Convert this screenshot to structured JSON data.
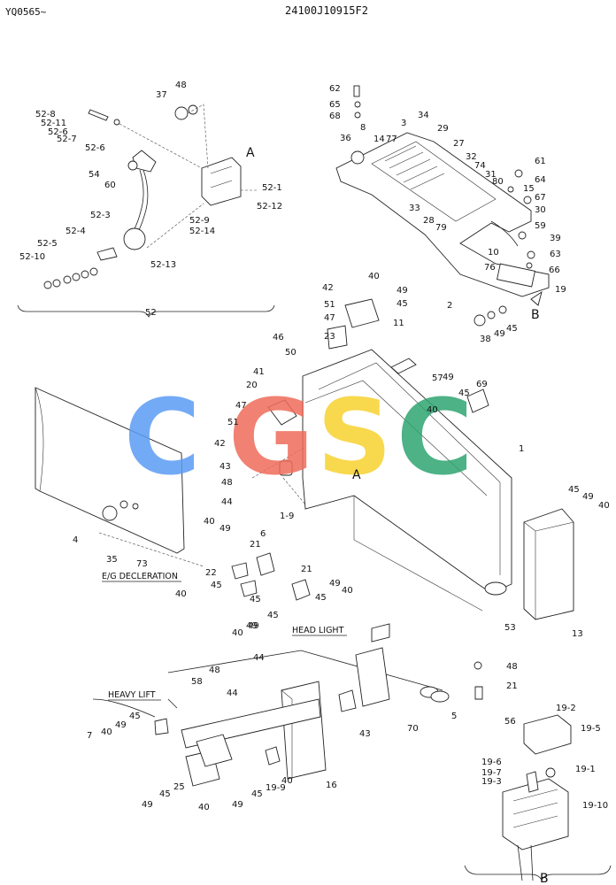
{
  "header": {
    "serial_range": "YQ0565~",
    "drawing_code": "24100J10915F2"
  },
  "watermark": {
    "text": "CGSC",
    "colors": [
      "#5b9cf5",
      "#ef6c5a",
      "#f7d22e",
      "#2ea571"
    ]
  },
  "captions": {
    "eg_deceleration": "E/G DECLERATION",
    "head_light": "HEAD LIGHT",
    "heavy_lift": "HEAVY LIFT",
    "group_52": "52",
    "view_a": "A",
    "view_b": "B"
  },
  "part_labels": [
    "62",
    "65",
    "68",
    "3",
    "34",
    "8",
    "14",
    "77",
    "29",
    "36",
    "27",
    "32",
    "74",
    "31",
    "80",
    "61",
    "64",
    "15",
    "67",
    "33",
    "28",
    "30",
    "79",
    "59",
    "39",
    "63",
    "10",
    "76",
    "66",
    "2",
    "19",
    "38",
    "49",
    "45",
    "48",
    "37",
    "52-8",
    "52-11",
    "52-6",
    "52-7",
    "52-6",
    "54",
    "60",
    "52-1",
    "52-9",
    "52-14",
    "52-12",
    "52-3",
    "52-4",
    "52-5",
    "52-10",
    "52-13",
    "40",
    "42",
    "49",
    "51",
    "45",
    "47",
    "11",
    "23",
    "46",
    "50",
    "41",
    "20",
    "57",
    "69",
    "49",
    "45",
    "40",
    "47",
    "51",
    "42",
    "43",
    "48",
    "44",
    "1-9",
    "1",
    "4",
    "35",
    "73",
    "40",
    "49",
    "21",
    "6",
    "22",
    "45",
    "40",
    "49",
    "45",
    "21",
    "45",
    "49",
    "40",
    "40",
    "49",
    "45",
    "53",
    "13",
    "45",
    "49",
    "40",
    "48",
    "44",
    "58",
    "44",
    "48",
    "21",
    "45",
    "49",
    "40",
    "7",
    "43",
    "56",
    "70",
    "5",
    "16",
    "40",
    "49",
    "45",
    "25",
    "40",
    "49",
    "45",
    "19-9",
    "19-2",
    "19-5",
    "19-6",
    "19-7",
    "19-3",
    "19-1",
    "19-10"
  ]
}
